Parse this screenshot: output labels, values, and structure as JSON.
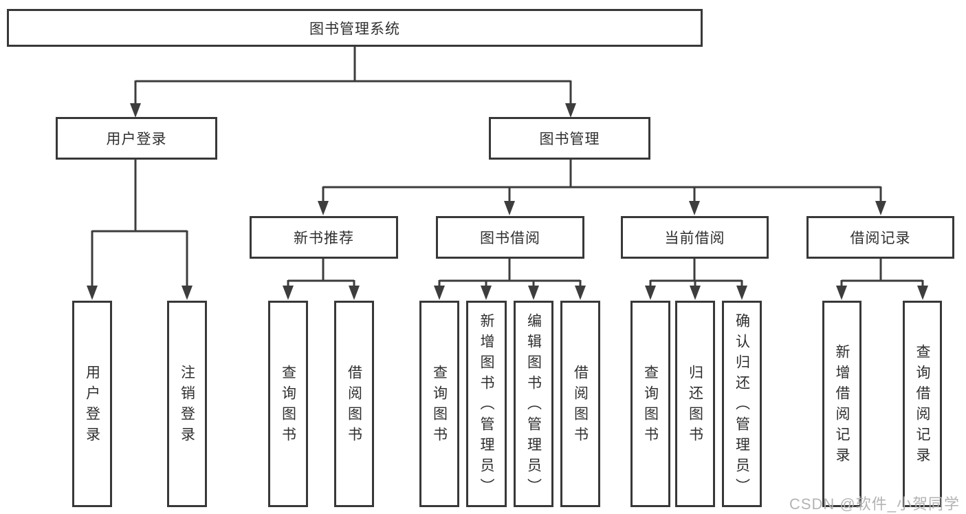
{
  "colors": {
    "line": "#3d3d3d",
    "box_border": "#383838",
    "box_fill": "#ffffff",
    "text": "#2f2f2f",
    "watermark": "#b3b3b3"
  },
  "watermark": "CSDN @软件_小贺同学",
  "tree": {
    "root": "图书管理系统",
    "branches": [
      {
        "label": "用户登录",
        "leaves": [
          "用户登录",
          "注销登录"
        ]
      },
      {
        "label": "图书管理",
        "groups": [
          {
            "label": "新书推荐",
            "leaves": [
              "查询图书",
              "借阅图书"
            ]
          },
          {
            "label": "图书借阅",
            "leaves": [
              "查询图书",
              "新增图书（管理员）",
              "编辑图书（管理员）",
              "借阅图书"
            ]
          },
          {
            "label": "当前借阅",
            "leaves": [
              "查询图书",
              "归还图书",
              "确认归还（管理员）"
            ]
          },
          {
            "label": "借阅记录",
            "leaves": [
              "新增借阅记录",
              "查询借阅记录"
            ]
          }
        ]
      }
    ]
  }
}
